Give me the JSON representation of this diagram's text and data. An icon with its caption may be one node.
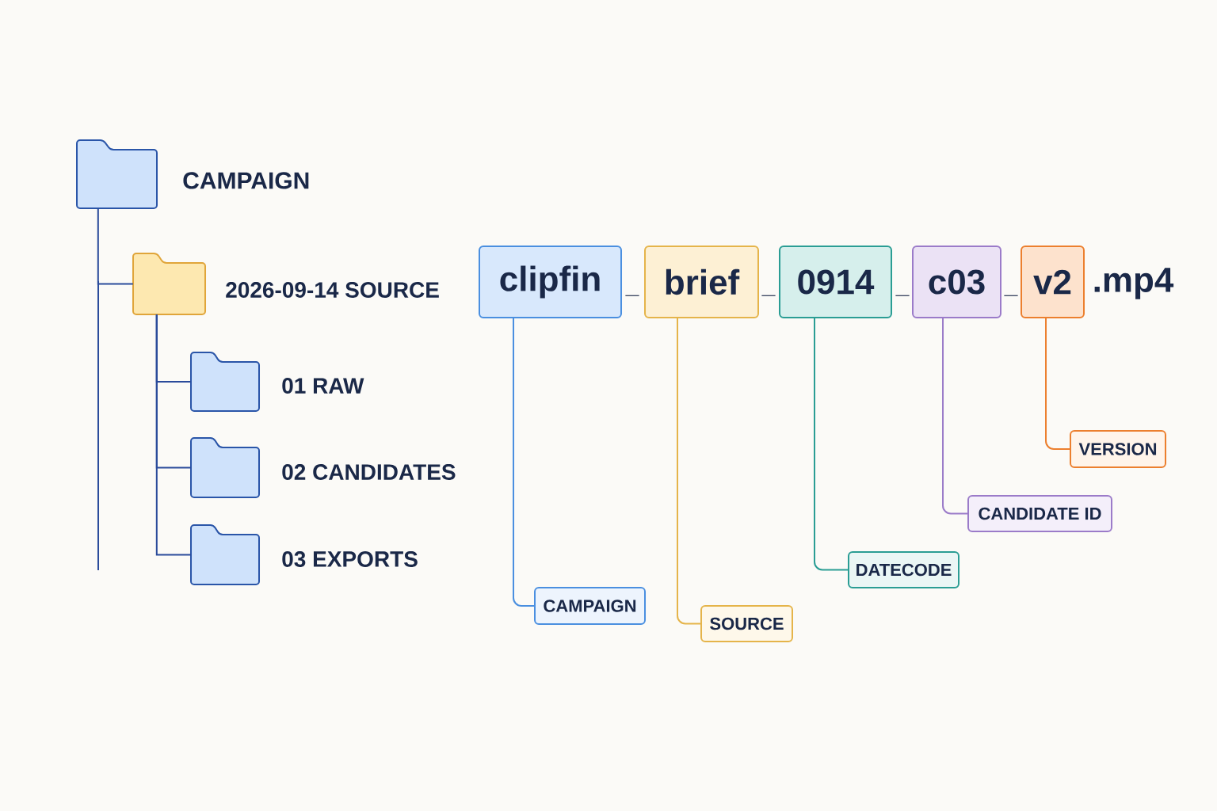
{
  "diagram": {
    "nodes": [
      {
        "text": [],
        "shape": "folder",
        "beside": [
          "CAMPAIGN"
        ]
      },
      {
        "text": [],
        "shape": "folder",
        "beside": [
          "2026-09-14 SOURCE"
        ]
      },
      {
        "text": [],
        "shape": "folder",
        "beside": [
          "01 RAW"
        ]
      },
      {
        "text": [],
        "shape": "folder",
        "beside": [
          "02 CANDIDATES"
        ]
      },
      {
        "text": [],
        "shape": "folder",
        "beside": [
          "03 EXPORTS"
        ]
      },
      {
        "text": [
          "clipfin"
        ]
      },
      {
        "text": [
          "brief"
        ]
      },
      {
        "text": [
          "0914"
        ]
      },
      {
        "text": [
          "c03"
        ]
      },
      {
        "text": [
          "v2"
        ]
      },
      {
        "text": [
          "VERSION"
        ]
      },
      {
        "text": [
          "CANDIDATE ID"
        ]
      },
      {
        "text": [
          "DATECODE"
        ]
      },
      {
        "text": [
          "CAMPAIGN"
        ]
      },
      {
        "text": [
          "SOURCE"
        ]
      }
    ],
    "edges": [
      {
        "from": 0,
        "to": 1,
        "arrow": "none"
      },
      {
        "from": 1,
        "to": 2,
        "arrow": "none"
      },
      {
        "from": 1,
        "to": 3,
        "arrow": "none"
      },
      {
        "from": 1,
        "to": 4,
        "arrow": "none"
      },
      {
        "from": 5,
        "to": 13,
        "arrow": "none",
        "color": "#4a8fe0"
      },
      {
        "from": 6,
        "to": 14,
        "arrow": "none",
        "color": "#e5b44a"
      },
      {
        "from": 7,
        "to": 12,
        "arrow": "none",
        "color": "#2a9d94"
      },
      {
        "from": 8,
        "to": 11,
        "arrow": "none",
        "color": "#9b7bc9"
      },
      {
        "from": 9,
        "to": 10,
        "arrow": "none",
        "color": "#ec7f2e"
      }
    ],
    "labels": [
      "_",
      "_",
      "_",
      "_",
      ".mp4"
    ]
  }
}
